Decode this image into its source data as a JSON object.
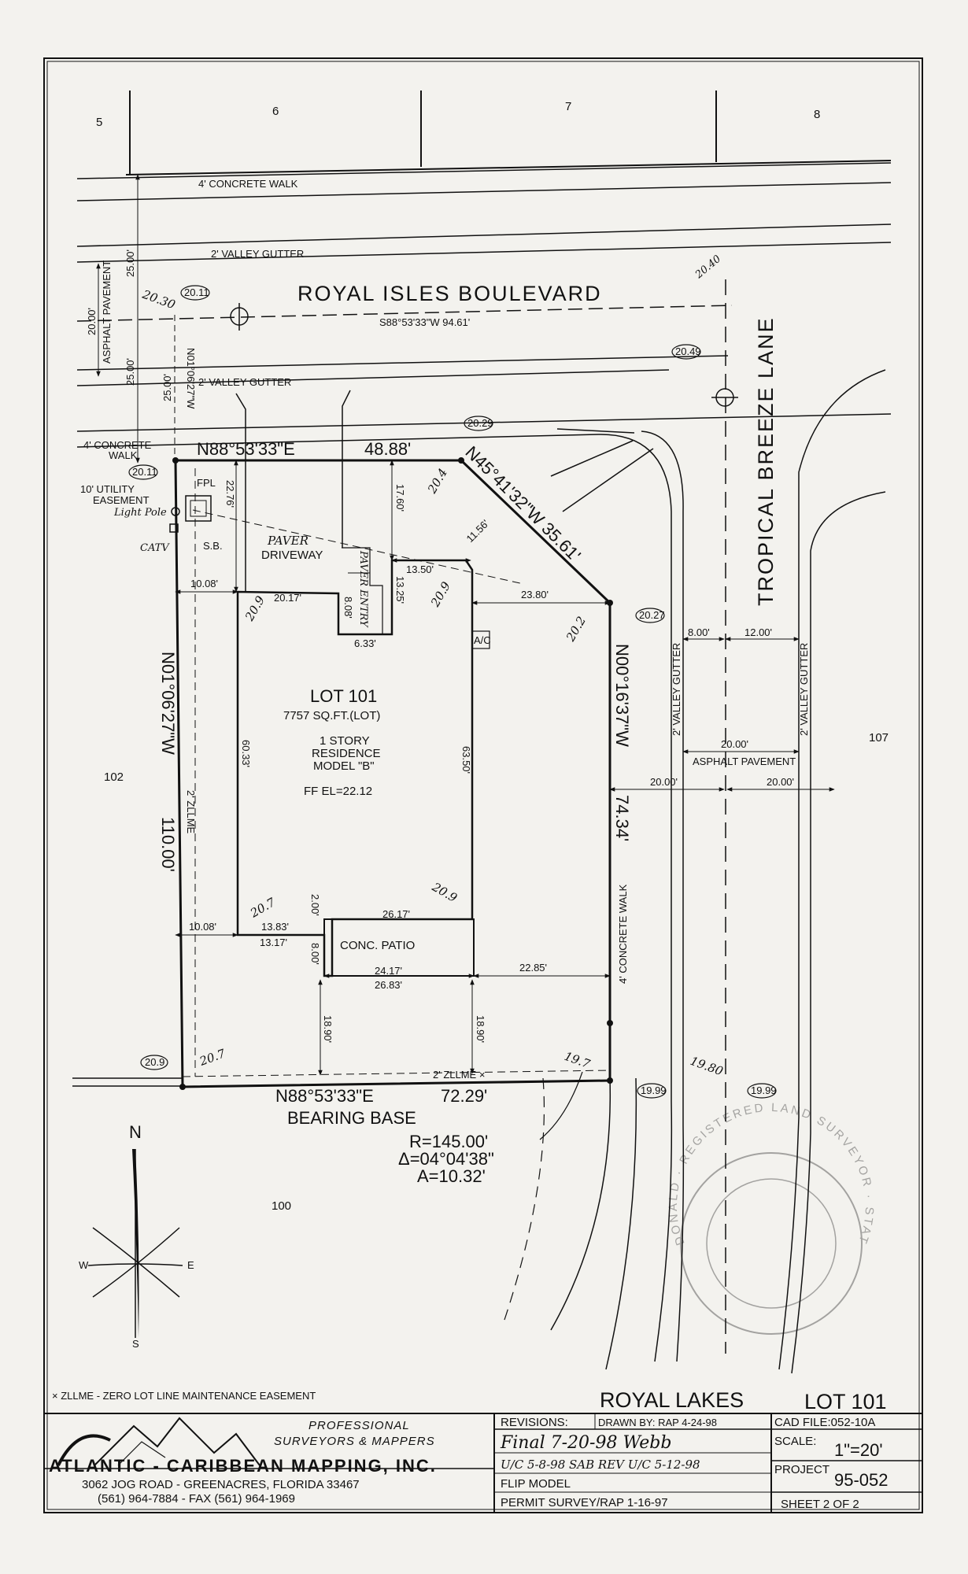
{
  "lots": {
    "lot5": "5",
    "lot6": "6",
    "lot7": "7",
    "lot8": "8",
    "lot102": "102",
    "lot107": "107",
    "lot100": "100"
  },
  "labels": {
    "concrete_walk_top": "4' CONCRETE WALK",
    "valley_gutter_top": "2' VALLEY GUTTER",
    "road_name": "ROYAL ISLES BOULEVARD",
    "road_bearing": "S88°53'33\"W 94.61'",
    "valley_gutter_mid": "2' VALLEY GUTTER",
    "asphalt_pavement_v": "ASPHALT PAVEMENT",
    "dim_25a": "25.00'",
    "dim_20a": "20.00'",
    "dim_25b": "25.00'",
    "dim_25c": "25.00'",
    "n_bearing_short": "N01°06'27\"W",
    "concrete_walk_left_1": "4' CONCRETE",
    "concrete_walk_left_2": "WALK",
    "utility_easement_1": "10' UTILITY",
    "utility_easement_2": "EASEMENT",
    "light_pole": "Light Pole",
    "catv": "CATV",
    "fpl": "FPL",
    "sb": "S.B.",
    "tropical_lane": "TROPICAL BREEZE LANE",
    "valley_gutter_r1": "2' VALLEY GUTTER",
    "valley_gutter_r2": "2' VALLEY GUTTER",
    "dim_8": "8.00'",
    "dim_12": "12.00'",
    "dim_20_ap": "20.00'",
    "asphalt_pavement_r": "ASPHALT PAVEMENT",
    "dim_20_l": "20.00'",
    "dim_20_r": "20.00'",
    "concrete_walk_right": "4' CONCRETE WALK",
    "zllme_line": "2' ZLLME ×",
    "bearing_base": "BEARING BASE",
    "legend": "× ZLLME - ZERO LOT LINE MAINTENANCE EASEMENT"
  },
  "boundary": {
    "north": "N88°53'33\"E",
    "north_len": "48.88'",
    "diagonal": "N45°41'32\"W 35.61'",
    "east": "N00°16'37\"W",
    "east_len": "74.34'",
    "west": "N01°06'27\"W",
    "west_len": "110.00'",
    "south": "N88°53'33\"E",
    "south_len": "72.29'"
  },
  "curve": {
    "r": "R=145.00'",
    "delta": "Δ=04°04'38\"",
    "a": "A=10.32'"
  },
  "elevations": {
    "e1": "20.11",
    "e2": "20.11",
    "e3": "20.29",
    "e4": "20.40",
    "e5": "20.49",
    "e6": "20.27",
    "e7": "20.9",
    "e8": "19.99",
    "e9": "19.99",
    "e10": "20.4",
    "e11": "20.9",
    "e12": "20.2",
    "e13": "20.9",
    "e14": "20.7",
    "e15": "20.9",
    "e16": "20.7",
    "e17": "19.7",
    "e18": "19.80",
    "e19": "20.30"
  },
  "house": {
    "lot_title": "LOT 101",
    "lot_area": "7757 SQ.FT.(LOT)",
    "story": "1 STORY",
    "residence": "RESIDENCE",
    "model": "MODEL \"B\"",
    "ff_el": "FF EL=22.12",
    "paver": "PAVER",
    "driveway": "DRIVEWAY",
    "paver_entry": "PAVER ENTRY",
    "ac": "A/C",
    "patio": "CONC. PATIO"
  },
  "dims": {
    "d_10_08a": "10.08'",
    "d_20_17": "20.17'",
    "d_22_76": "22.76'",
    "d_17_60": "17.60'",
    "d_11_56": "11.56'",
    "d_13_50": "13.50'",
    "d_13_25": "13.25'",
    "d_8_08": "8.08'",
    "d_6_33": "6.33'",
    "d_23_80": "23.80'",
    "d_60_33": "60.33'",
    "d_63_50": "63.50'",
    "d_10_08b": "10.08'",
    "d_13_83": "13.83'",
    "d_13_17": "13.17'",
    "d_2_00": "2.00'",
    "d_8_00": "8.00'",
    "d_26_17": "26.17'",
    "d_24_17": "24.17'",
    "d_26_83": "26.83'",
    "d_22_85": "22.85'",
    "d_18_90a": "18.90'",
    "d_18_90b": "18.90'",
    "d_2_zllme": "2' ZLLME"
  },
  "compass": {
    "n": "N",
    "s": "S",
    "e": "E",
    "w": "W"
  },
  "title_block": {
    "project_name": "ROYAL LAKES",
    "lot": "LOT 101",
    "firm_line1": "PROFESSIONAL",
    "firm_line2": "SURVEYORS & MAPPERS",
    "company": "ATLANTIC - CARIBBEAN MAPPING, INC.",
    "address": "3062 JOG ROAD - GREENACRES, FLORIDA 33467",
    "phones": "(561) 964-7884 - FAX (561) 964-1969",
    "revisions": "REVISIONS:",
    "drawn_by": "DRAWN BY: RAP 4-24-98",
    "rev1": "Final 7-20-98 Webb",
    "rev2": "U/C 5-8-98 SAB REV U/C 5-12-98",
    "rev3": "FLIP MODEL",
    "rev4": "PERMIT SURVEY/RAP 1-16-97",
    "cad_file": "CAD FILE:052-10A",
    "scale_label": "SCALE:",
    "scale_value": "1\"=20'",
    "project_label": "PROJECT",
    "project_value": "95-052",
    "sheet": "SHEET 2 OF 2"
  },
  "seal": {
    "text": "DONALD · REGISTERED LAND SURVEYOR · STATE OF FLORIDA"
  }
}
